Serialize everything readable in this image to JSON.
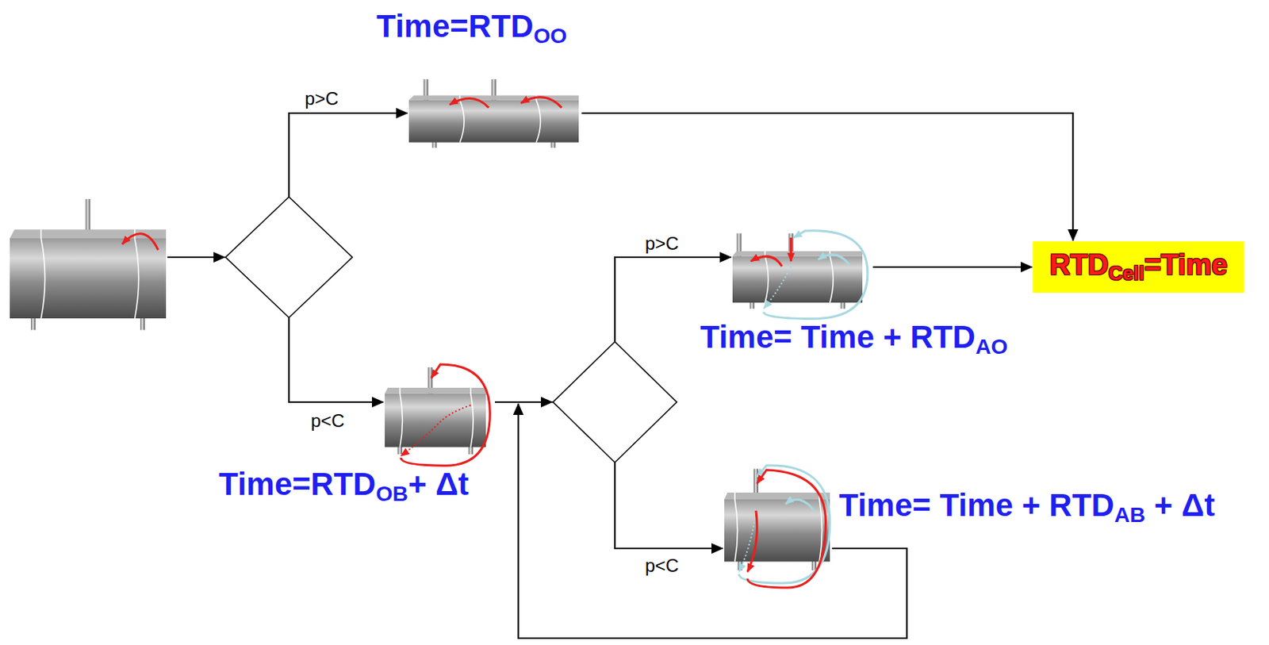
{
  "diagram": {
    "nodes": [
      {
        "text": [
          "Time=RTDOO"
        ]
      },
      {
        "text": [
          "Time= Time + RTDAO"
        ]
      },
      {
        "text": [
          "RTDCell=Time"
        ]
      },
      {
        "text": [
          "Time=RTDOB+ Δt"
        ]
      },
      {
        "text": [
          "Time= Time + RTDAB + Δt"
        ]
      }
    ],
    "edges": [
      {
        "from": 0,
        "to": 2,
        "arrow": "to"
      },
      {
        "from": 1,
        "to": 2,
        "arrow": "to"
      },
      {
        "from": 3,
        "to": 1,
        "label": "p>C",
        "arrow": "to"
      },
      {
        "from": 3,
        "to": 4,
        "label": "p<C",
        "arrow": "to"
      }
    ],
    "labels": [
      "p>C",
      "p<C"
    ]
  }
}
